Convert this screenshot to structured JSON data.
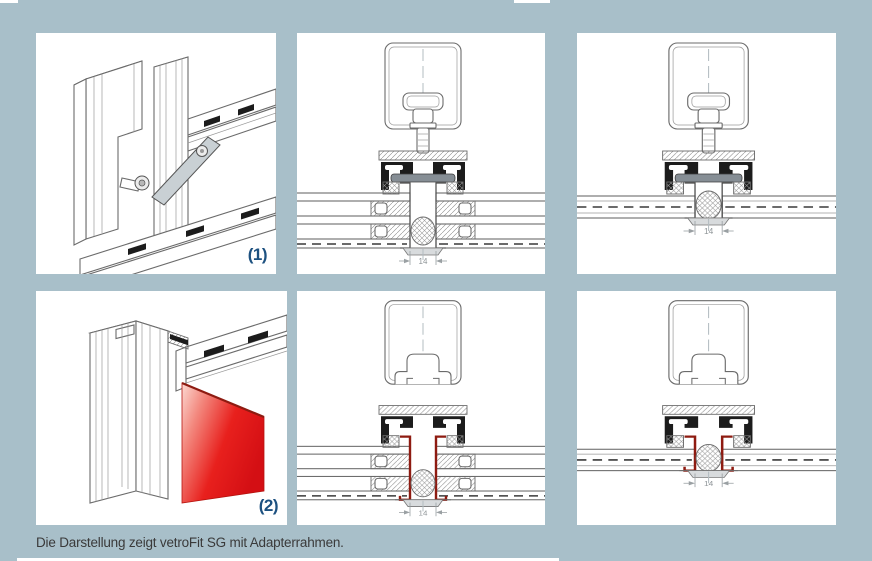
{
  "colors": {
    "bg": "#a8bfc9",
    "panel": "#ffffff",
    "label-blue": "#1d5180",
    "caption-text": "#3a3a3a",
    "adapter-red": "#8e1b11",
    "glass-red": "#e8201d"
  },
  "caption": "Die Darstellung zeigt vetroFit SG mit Adapterrahmen.",
  "labels": {
    "fig1": "(1)",
    "fig2": "(2)"
  },
  "dimension_label": "14"
}
